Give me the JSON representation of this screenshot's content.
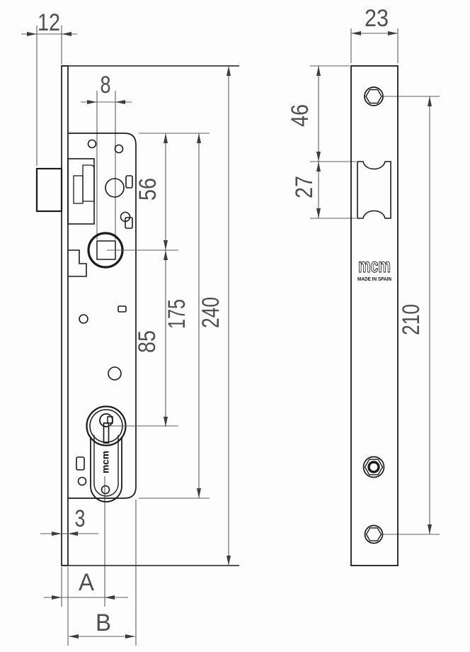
{
  "drawing": {
    "title": "mortise-lock-technical-drawing",
    "left_view": {
      "dim_latch_projection": "12",
      "dim_follower_square": "8",
      "dim_top_to_follower": "56",
      "dim_follower_to_cylinder": "85",
      "dim_body_height": "175",
      "dim_total_height": "240",
      "dim_faceplate_thickness": "3",
      "dim_backset": "A",
      "dim_overall_depth": "B",
      "cylinder_brand": "mcm"
    },
    "right_view": {
      "dim_faceplate_width": "23",
      "dim_top_to_latch": "46",
      "dim_latch_cutout": "27",
      "dim_screw_spacing": "210",
      "brand": "mcm",
      "origin_text": "MADE IN SPAIN"
    },
    "line_colors": {
      "object": "#1b1b1b",
      "dimension": "#5e5e5e",
      "text": "#4f4f4f"
    }
  }
}
